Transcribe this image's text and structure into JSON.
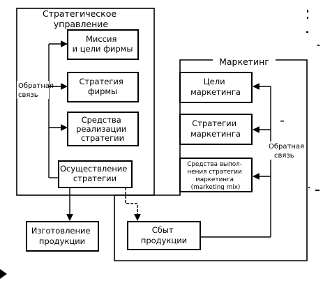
{
  "strategic_panel": {
    "title": [
      "Стратегическое",
      "управление"
    ],
    "feedback_label": [
      "Обратная",
      "связь"
    ],
    "boxes": {
      "mission": [
        "Миссия",
        "и цели фирмы"
      ],
      "firm_strategy": [
        "Стратегия",
        "фирмы"
      ],
      "means": [
        "Средства",
        "реализации",
        "стратегии"
      ],
      "implementation": [
        "Осуществление",
        "стратегии"
      ]
    }
  },
  "marketing_panel": {
    "title": "Маркетинг",
    "feedback_label": [
      "Обратная",
      "связь"
    ],
    "boxes": {
      "goals": [
        "Цели",
        "маркетинга"
      ],
      "strategies": [
        "Стратегии",
        "маркетинга"
      ],
      "mix": [
        "Средства выпол-",
        "нения стратегии",
        "маркетинга",
        "(marketing mix)"
      ],
      "sales": [
        "Сбыт",
        "продукции"
      ]
    }
  },
  "production_box": [
    "Изготовление",
    "продукции"
  ]
}
